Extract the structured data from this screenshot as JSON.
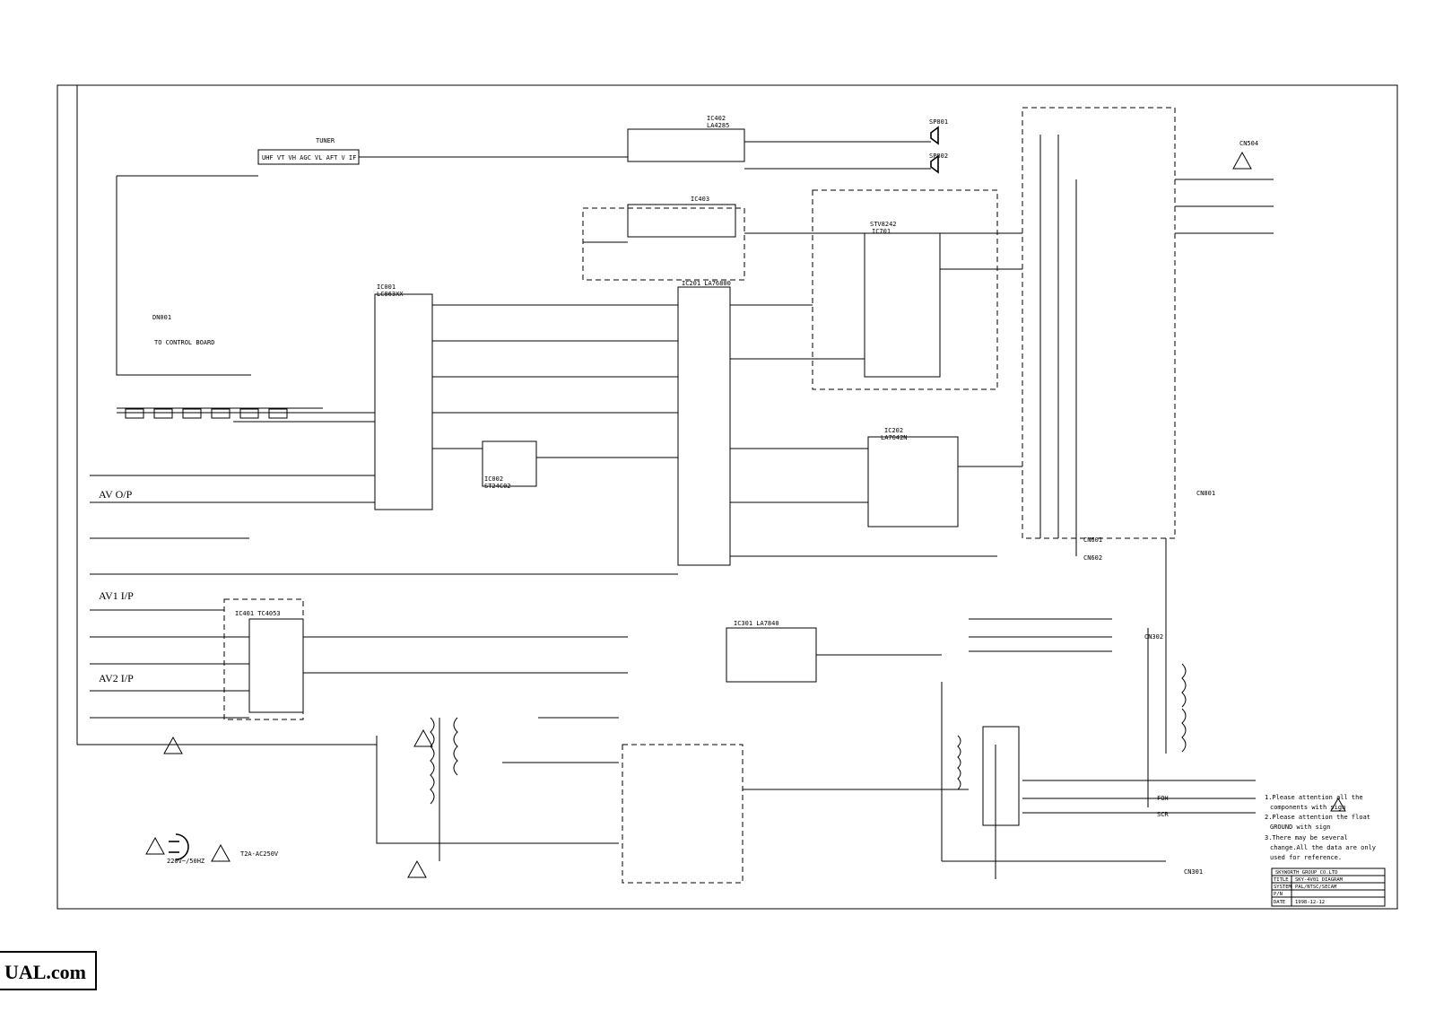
{
  "diagram": {
    "tuner": "TUNER",
    "tuner_pins": "UHF VT VH AGC VL AFT V IF",
    "ic_labels": [
      {
        "id": "ic-label-ic402",
        "text": "IC402"
      },
      {
        "id": "ic-label-la4285",
        "text": "LA4285"
      },
      {
        "id": "ic-label-ic403",
        "text": "IC403"
      },
      {
        "id": "ic-label-ic201",
        "text": "IC201 LA76800"
      },
      {
        "id": "ic-label-ic001",
        "text": "IC001"
      },
      {
        "id": "ic-label-lc863",
        "text": "LC863XX"
      },
      {
        "id": "ic-label-ic002",
        "text": "IC002"
      },
      {
        "id": "ic-label-st24c02",
        "text": "ST24C02"
      },
      {
        "id": "ic-label-ic202",
        "text": "IC202"
      },
      {
        "id": "ic-label-la7642n",
        "text": "LA7642N"
      },
      {
        "id": "ic-label-stv",
        "text": "STV8242"
      },
      {
        "id": "ic-label-ic701",
        "text": "IC701"
      },
      {
        "id": "ic-label-ic301",
        "text": "IC301 LA7840"
      },
      {
        "id": "ic-label-ic401",
        "text": "IC401 TC4053"
      }
    ],
    "speakers": [
      "SP801",
      "SP802"
    ],
    "side_labels": {
      "av_op": "AV O/P",
      "av1_ip": "AV1 I/P",
      "av2_ip": "AV2 I/P",
      "control_board": "TO CONTROL BOARD",
      "dn001": "DN001"
    },
    "connectors": [
      "CN504",
      "CN801",
      "CN302",
      "CN301",
      "CN601",
      "CN602"
    ],
    "outputs": [
      "FOH",
      "SCR"
    ],
    "mains": "220V~/50HZ",
    "fuse": "T2A-AC250V"
  },
  "notes": {
    "line1": "1.Please attention all the",
    "line2": "components with sign",
    "line3": "2.Please attention the float",
    "line4": "GROUND with sign",
    "line5": "3.There may be several",
    "line6": "change.All the data are only",
    "line7": "used for reference."
  },
  "title_block": {
    "company": "SKYWORTH GROUP CO.LTD",
    "title_key": "TITLE",
    "title_val": "SKY-4V01 DIAGRAM",
    "system_key": "SYSTEM",
    "system_val": "PAL/NTSC/SECAM",
    "pn_key": "P/N",
    "pn_val": "",
    "date_key": "DATE",
    "date_val": "1998-12-12"
  },
  "watermark": "UAL.com"
}
